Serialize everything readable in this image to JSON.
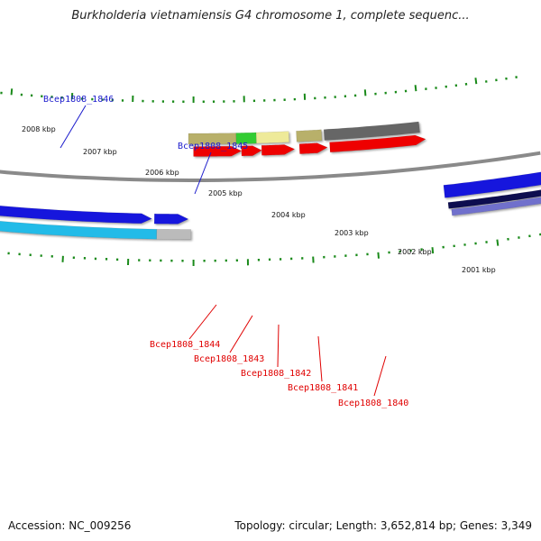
{
  "title": "Burkholderia vietnamiensis G4 chromosome 1, complete sequenc...",
  "footer": {
    "accession": "Accession: NC_009256",
    "summary": "Topology: circular; Length: 3,652,814 bp; Genes: 3,349"
  },
  "ruler": {
    "unit": "kbp",
    "labels": [
      "2008 kbp",
      "2007 kbp",
      "2006 kbp",
      "2005 kbp",
      "2004 kbp",
      "2003 kbp",
      "2002 kbp",
      "2001 kbp"
    ]
  },
  "genes": {
    "top": [
      "Bcep1808_1846",
      "Bcep1808_1845"
    ],
    "bottom": [
      "Bcep1808_1844",
      "Bcep1808_1843",
      "Bcep1808_1842",
      "Bcep1808_1841",
      "Bcep1808_1840"
    ]
  },
  "colors": {
    "top_label": "#1a1acc",
    "bottom_label": "#e00000",
    "tick": "#1a8a1a",
    "backbone": "#8a8a8a",
    "cyan": "#22bbe8",
    "blue": "#1414dd",
    "red": "#ee0000",
    "olive": "#b8b06a",
    "green": "#33cc33",
    "yellow": "#eeea99",
    "grey": "#666666",
    "lavender": "#7070cc",
    "navy": "#101050",
    "silver": "#bbbbbb"
  }
}
